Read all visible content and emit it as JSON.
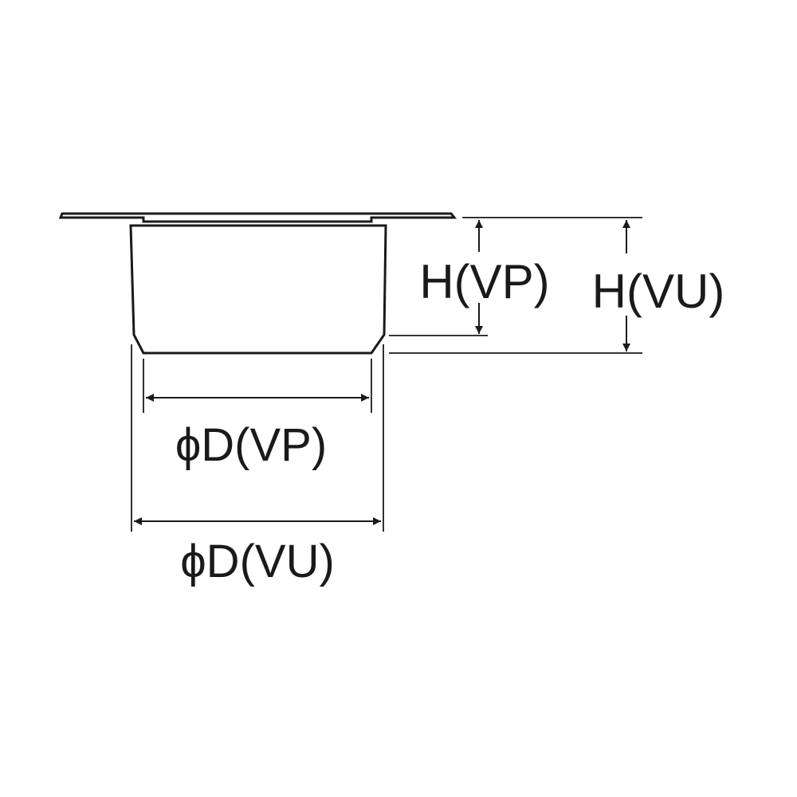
{
  "diagram": {
    "labels": {
      "height_vp": "H(VP)",
      "height_vu": "H(VU)",
      "diameter_vp": "ϕD(VP)",
      "diameter_vu": "ϕD(VU)"
    },
    "colors": {
      "line": "#1a1a1a",
      "background": "#ffffff"
    }
  }
}
